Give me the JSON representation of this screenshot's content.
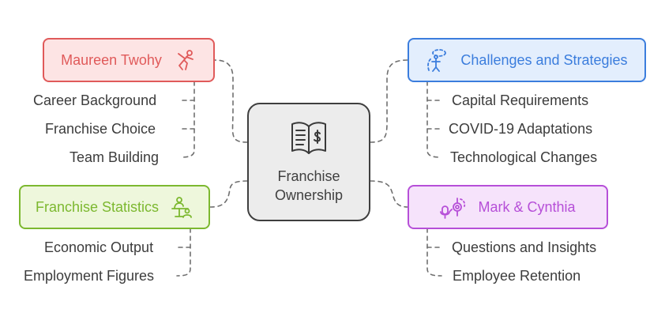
{
  "center": {
    "line1": "Franchise",
    "line2": "Ownership",
    "icon": "book-dollar-icon"
  },
  "branches": {
    "maureen": {
      "title": "Maureen Twohy",
      "icon": "gymnast-icon",
      "color": "#e05a5a",
      "leaves": [
        "Career Background",
        "Franchise Choice",
        "Team Building"
      ]
    },
    "challenges": {
      "title": "Challenges and Strategies",
      "icon": "person-target-icon",
      "color": "#3b7ddd",
      "leaves": [
        "Capital Requirements",
        "COVID-19 Adaptations",
        "Technological Changes"
      ]
    },
    "statistics": {
      "title": "Franchise Statistics",
      "icon": "presenter-icon",
      "color": "#7cb82f",
      "leaves": [
        "Economic Output",
        "Employment Figures"
      ]
    },
    "mark": {
      "title": "Mark & Cynthia",
      "icon": "podcast-mic-icon",
      "color": "#b64fd8",
      "leaves": [
        "Questions and Insights",
        "Employee Retention"
      ]
    }
  }
}
